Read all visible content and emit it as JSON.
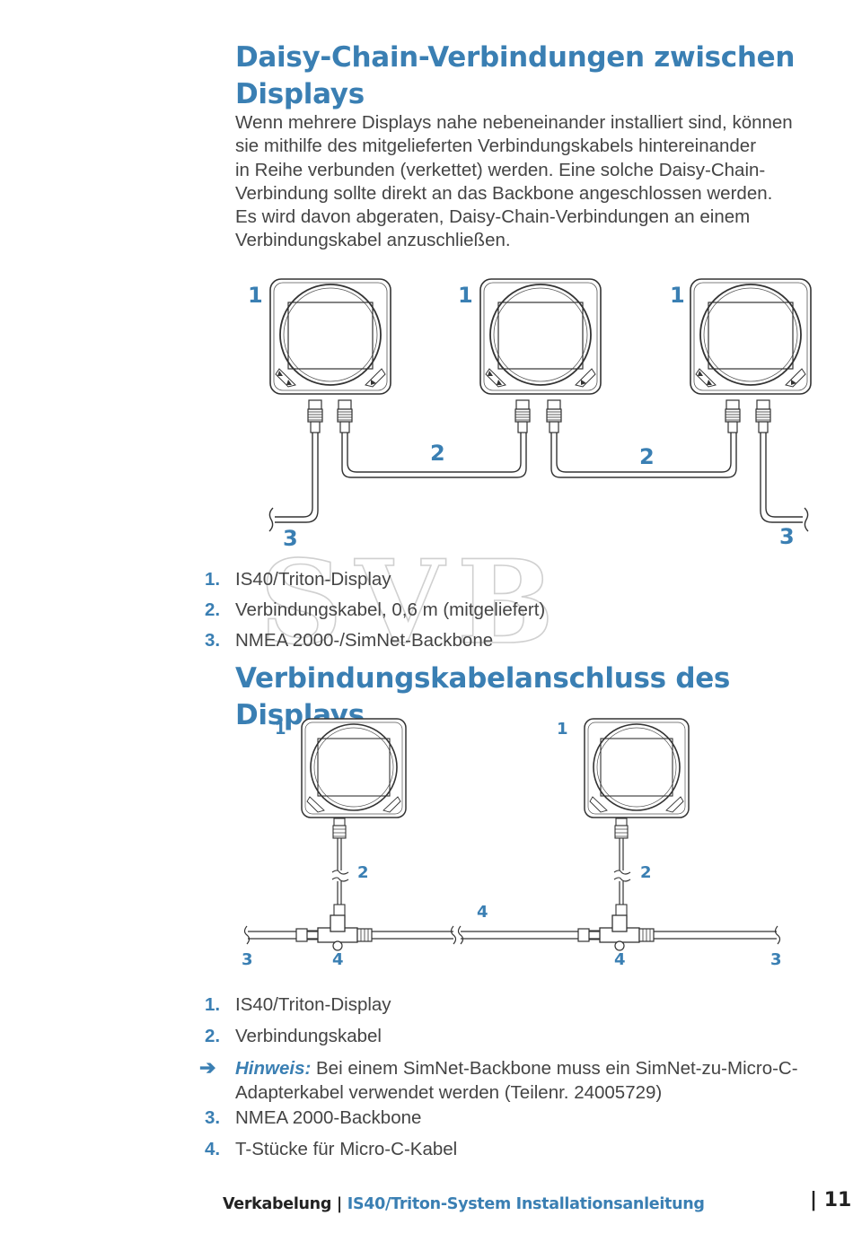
{
  "section1": {
    "title": "Daisy-Chain-Verbindungen zwischen Displays",
    "intro_lines": [
      "Wenn mehrere Displays nahe nebeneinander installiert sind, können",
      "sie mithilfe des mitgelieferten Verbindungskabels hintereinander",
      "in Reihe verbunden (verkettet) werden. Eine solche Daisy-Chain-",
      "Verbindung sollte direkt an das Backbone angeschlossen werden.",
      "Es wird davon abgeraten, Daisy-Chain-Verbindungen an einem",
      "Verbindungskabel anzuschließen."
    ],
    "diagram_labels": {
      "display": "1",
      "cable": "2",
      "backbone": "3"
    },
    "legend": [
      {
        "num": "1.",
        "text": "IS40/Triton-Display"
      },
      {
        "num": "2.",
        "text": "Verbindungskabel, 0,6 m (mitgeliefert)"
      },
      {
        "num": "3.",
        "text": "NMEA 2000-/SimNet-Backbone"
      }
    ]
  },
  "section2": {
    "title": "Verbindungskabelanschluss des Displays",
    "diagram_labels": {
      "display": "1",
      "cable": "2",
      "backbone": "3",
      "tee": "4"
    },
    "legend_a": [
      {
        "num": "1.",
        "text": "IS40/Triton-Display"
      },
      {
        "num": "2.",
        "text": "Verbindungskabel"
      }
    ],
    "note": {
      "arrow": "➔",
      "label": "Hinweis:",
      "text": " Bei einem SimNet-Backbone muss ein SimNet-zu-Micro-C-Adapterkabel verwendet werden (Teilenr. 24005729)"
    },
    "legend_b": [
      {
        "num": "3.",
        "text": "NMEA 2000-Backbone"
      },
      {
        "num": "4.",
        "text": "T-Stücke für Micro-C-Kabel"
      }
    ]
  },
  "footer": {
    "chapter": "Verkabelung",
    "separator": " | ",
    "manual": "IS40/Triton-System Installationsanleitung",
    "page": "| 11"
  },
  "watermark": "SVB",
  "colors": {
    "accent": "#3a7fb3",
    "text": "#444444",
    "line": "#333333"
  }
}
